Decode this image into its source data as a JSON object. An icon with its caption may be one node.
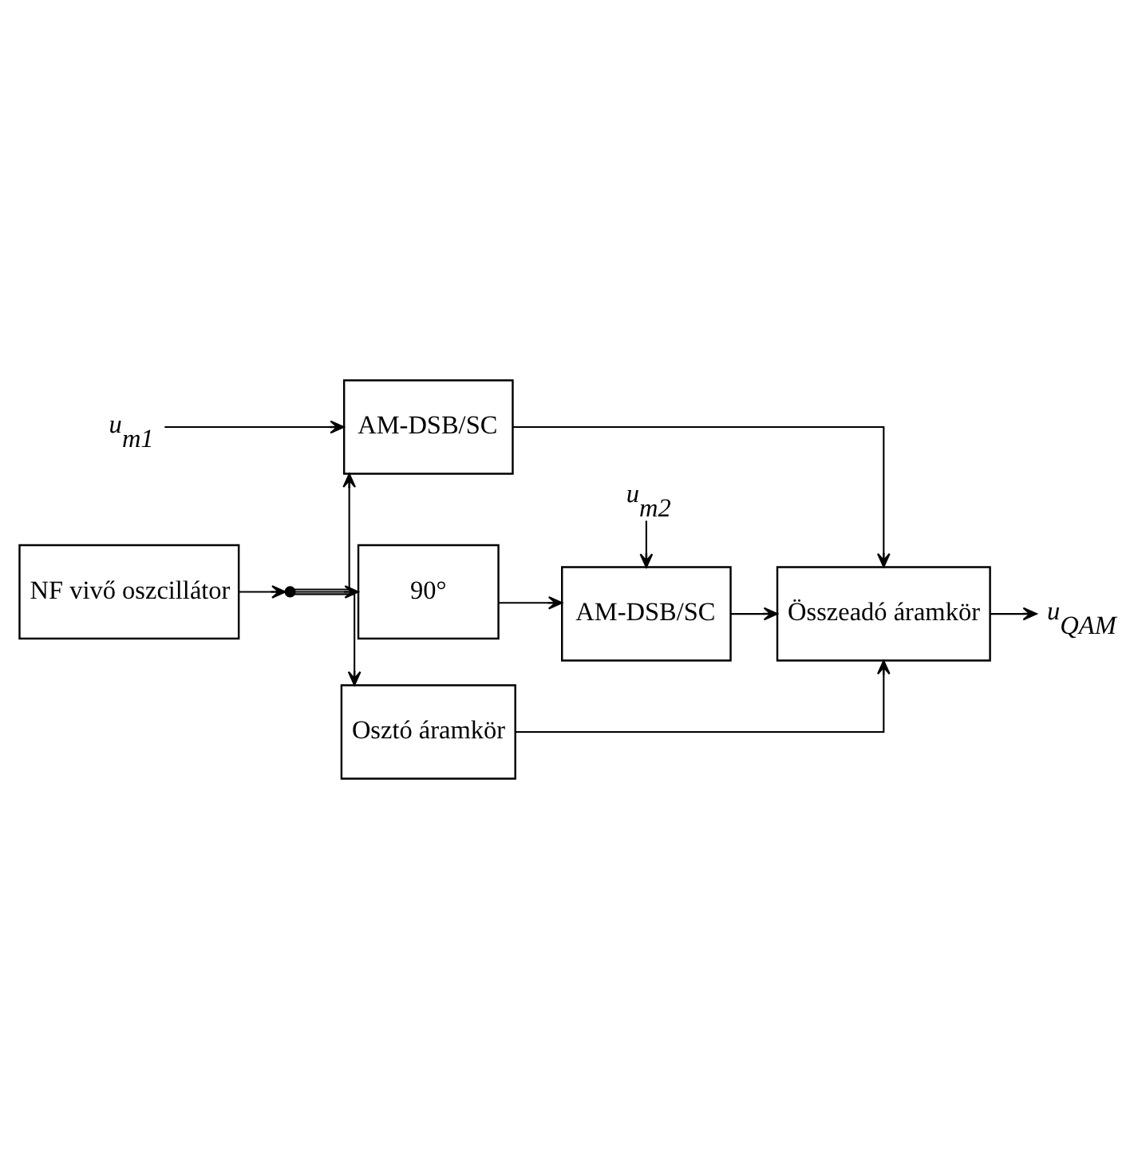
{
  "diagram": {
    "nodes": [
      {
        "text": [
          "u$_{m1}$"
        ]
      },
      {
        "text": [
          "AM-DSB/SC"
        ]
      },
      {
        "text": [
          "NF vivő oszcillátor"
        ]
      },
      {
        "text": [],
        "shape": "circle"
      },
      {
        "text": [
          "Osztó áramkör"
        ]
      },
      {
        "text": [
          "Összeadó áramkör"
        ]
      },
      {
        "text": [
          "u$_{QAM}$"
        ]
      },
      {
        "text": [
          "90°"
        ]
      },
      {
        "text": [
          "u$_{m2}$"
        ]
      },
      {
        "text": [
          "AM-DSB/SC"
        ]
      }
    ],
    "edges": [
      {
        "from": 0,
        "to": 1,
        "arrow": "to"
      },
      {
        "from": 2,
        "to": 3,
        "arrow": "to"
      },
      {
        "from": 3,
        "to": 1,
        "arrow": "to"
      },
      {
        "from": 3,
        "to": 4,
        "arrow": "to"
      },
      {
        "from": 3,
        "to": 7,
        "arrow": "to"
      },
      {
        "from": 1,
        "to": 5,
        "arrow": "to"
      },
      {
        "from": 4,
        "to": 5,
        "arrow": "to"
      },
      {
        "from": 7,
        "to": 9,
        "arrow": "to"
      },
      {
        "from": 8,
        "to": 9,
        "arrow": "to"
      },
      {
        "from": 9,
        "to": 5,
        "arrow": "to"
      },
      {
        "from": 5,
        "to": 6,
        "arrow": "to"
      }
    ]
  }
}
